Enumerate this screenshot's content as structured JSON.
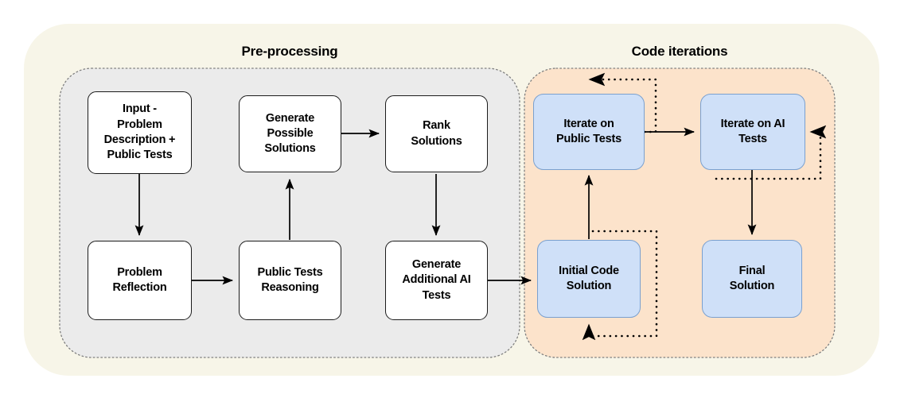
{
  "figure": {
    "kind": "flow-diagram",
    "background": "#ffffff"
  },
  "colors": {
    "outer_container": "#f7f5e8",
    "preprocessing_container": "#ebebeb",
    "code_iterations_container": "#fce3cb",
    "white_node_fill": "#ffffff",
    "white_node_stroke": "#1b1b1b",
    "blue_node_fill": "#cfe0f8",
    "blue_node_stroke": "#7aa0cf",
    "arrow": "#000000",
    "dotted_arrow": "#000000",
    "container_border": "#8a8a8a"
  },
  "groups": {
    "preprocessing": {
      "title": "Pre-processing"
    },
    "code_iterations": {
      "title": "Code iterations"
    }
  },
  "nodes": {
    "input_problem": {
      "label": "Input -\nProblem\nDescription +\nPublic Tests",
      "style": "white"
    },
    "generate_possible_solutions": {
      "label": "Generate\nPossible\nSolutions",
      "style": "white"
    },
    "rank_solutions": {
      "label": "Rank\nSolutions",
      "style": "white"
    },
    "problem_reflection": {
      "label": "Problem\nReflection",
      "style": "white"
    },
    "public_tests_reasoning": {
      "label": "Public Tests\nReasoning",
      "style": "white"
    },
    "generate_additional_ai_tests": {
      "label": "Generate\nAdditional AI\nTests",
      "style": "white"
    },
    "iterate_on_public_tests": {
      "label": "Iterate on\nPublic Tests",
      "style": "blue"
    },
    "iterate_on_ai_tests": {
      "label": "Iterate on AI\nTests",
      "style": "blue"
    },
    "initial_code_solution": {
      "label": "Initial Code\nSolution",
      "style": "blue"
    },
    "final_solution": {
      "label": "Final\nSolution",
      "style": "blue"
    }
  },
  "edges": [
    {
      "from": "input_problem",
      "to": "problem_reflection",
      "style": "solid"
    },
    {
      "from": "problem_reflection",
      "to": "public_tests_reasoning",
      "style": "solid"
    },
    {
      "from": "public_tests_reasoning",
      "to": "generate_possible_solutions",
      "style": "solid"
    },
    {
      "from": "generate_possible_solutions",
      "to": "rank_solutions",
      "style": "solid"
    },
    {
      "from": "rank_solutions",
      "to": "generate_additional_ai_tests",
      "style": "solid"
    },
    {
      "from": "generate_additional_ai_tests",
      "to": "initial_code_solution",
      "style": "solid"
    },
    {
      "from": "initial_code_solution",
      "to": "iterate_on_public_tests",
      "style": "solid"
    },
    {
      "from": "iterate_on_public_tests",
      "to": "iterate_on_ai_tests",
      "style": "solid"
    },
    {
      "from": "iterate_on_ai_tests",
      "to": "final_solution",
      "style": "solid"
    },
    {
      "from": "initial_code_solution",
      "to": "initial_code_solution",
      "style": "dotted",
      "kind": "retry-loop"
    },
    {
      "from": "iterate_on_public_tests",
      "to": "iterate_on_public_tests",
      "style": "dotted",
      "kind": "retry-loop"
    },
    {
      "from": "iterate_on_ai_tests",
      "to": "iterate_on_ai_tests",
      "style": "dotted",
      "kind": "retry-loop"
    }
  ]
}
